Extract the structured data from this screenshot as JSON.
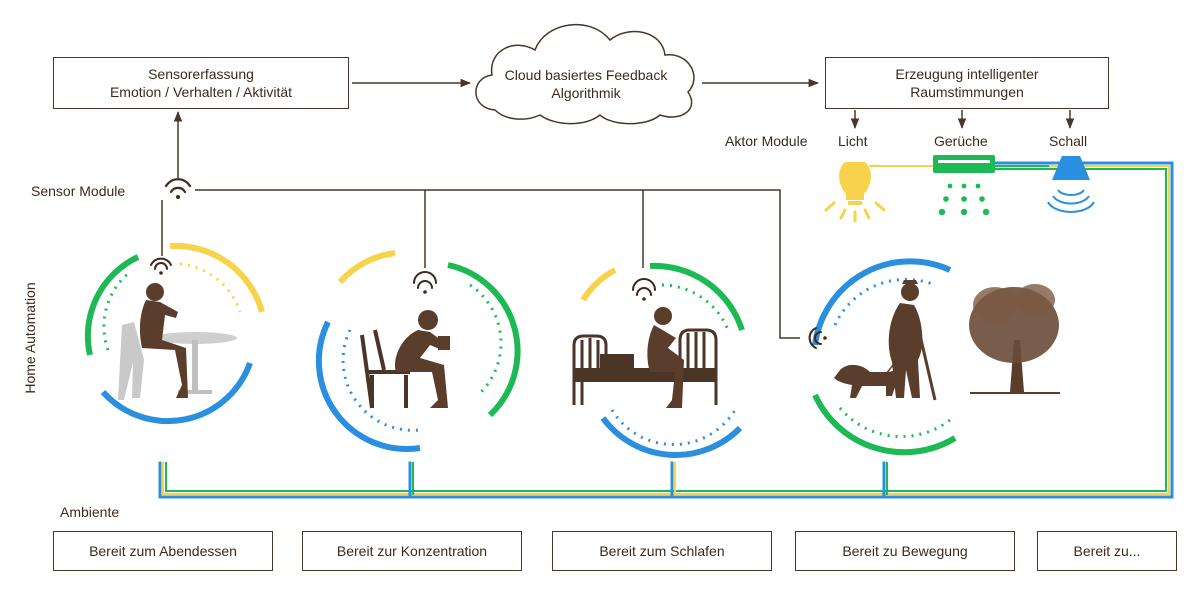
{
  "sensor_box": {
    "line1": "Sensorerfassung",
    "line2": "Emotion / Verhalten / Aktivität"
  },
  "cloud": {
    "line1": "Cloud basiertes Feedback",
    "line2": "Algorithmik"
  },
  "output_box": {
    "line1": "Erzeugung intelligenter",
    "line2": "Raumstimmungen"
  },
  "labels": {
    "actor_modules": "Aktor Module",
    "sensor_modules": "Sensor Module",
    "home_automation": "Home Automation",
    "ambiente": "Ambiente"
  },
  "actors": [
    {
      "label": "Licht",
      "icon": "light-bulb-icon",
      "color": "#f6d34a"
    },
    {
      "label": "Gerüche",
      "icon": "scent-diffuser-icon",
      "color": "#1db954"
    },
    {
      "label": "Schall",
      "icon": "speaker-icon",
      "color": "#2b8fe0"
    }
  ],
  "scenes": [
    {
      "name": "dinner-scene",
      "icon": "woman-at-table-icon"
    },
    {
      "name": "reading-scene",
      "icon": "man-reading-chair-icon"
    },
    {
      "name": "bed-scene",
      "icon": "man-sitting-on-bed-icon"
    },
    {
      "name": "walk-scene",
      "icon": "elderly-man-with-dog-icon"
    }
  ],
  "ambiente_states": [
    "Bereit zum Abendessen",
    "Bereit zur Konzentration",
    "Bereit zum Schlafen",
    "Bereit zu Bewegung",
    "Bereit zu..."
  ],
  "colors": {
    "brown": "#4a3527",
    "green": "#1db954",
    "blue": "#2b8fe0",
    "yellow": "#f6d34a"
  }
}
